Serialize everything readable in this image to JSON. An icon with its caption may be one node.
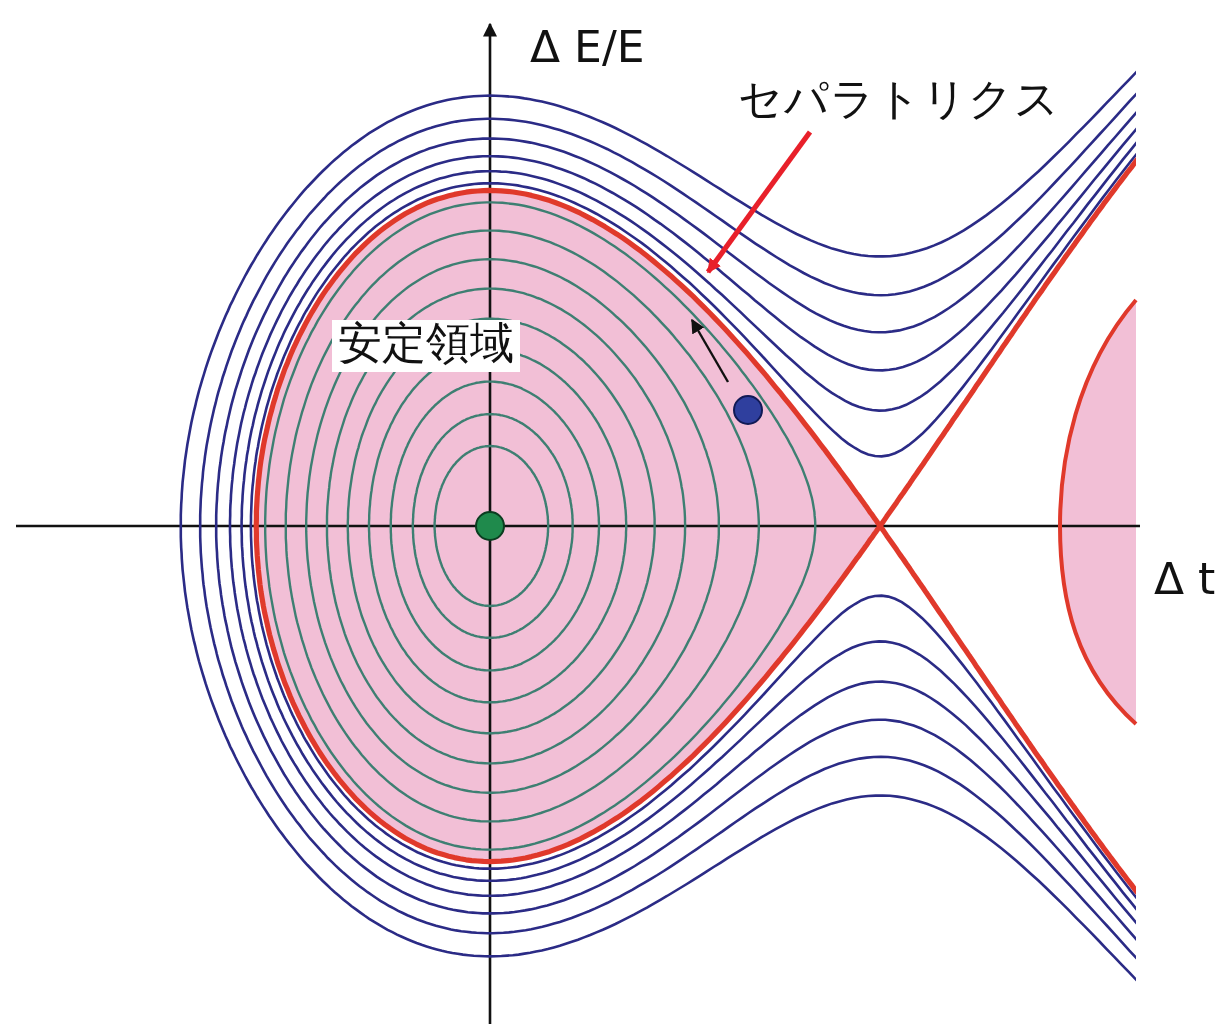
{
  "diagram": {
    "nodes": [
      {
        "text": [
          "セパラトリクス"
        ]
      },
      {
        "text": [],
        "shape": "curve"
      }
    ],
    "edges": [
      {
        "from": 0,
        "to": 1,
        "arrow": "to",
        "color": "#e8202a"
      }
    ],
    "labels": [
      "Δ E/E",
      "安定領域",
      "Δ t"
    ]
  }
}
